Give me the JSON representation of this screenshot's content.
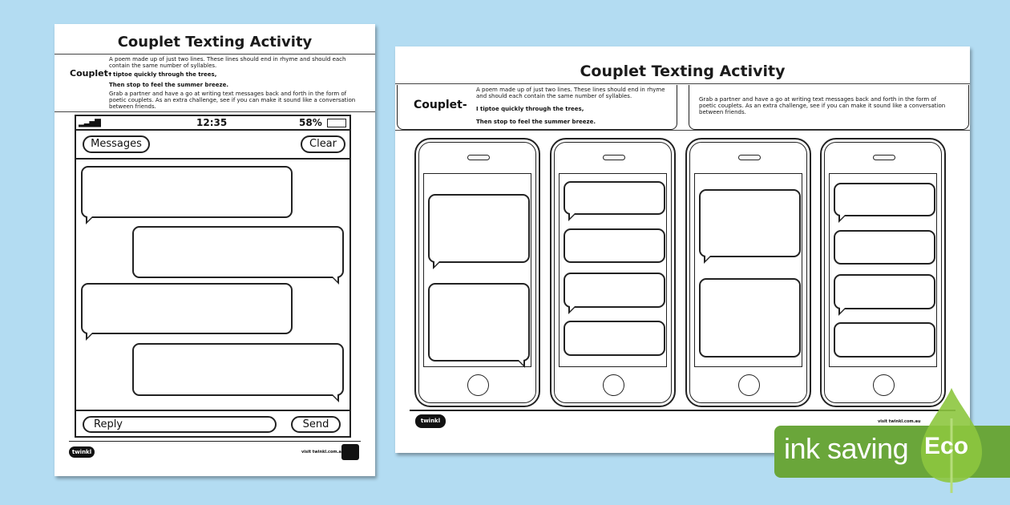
{
  "left_sheet": {
    "title": "Couplet Texting Activity",
    "term": "Couplet-",
    "definition": "A poem made up of just two lines. These lines should end in rhyme and should each contain the same number of syllables.",
    "example_line_1": "I tiptoe quickly through the trees,",
    "example_line_2": "Then stop to feel the summer breeze.",
    "instructions": "Grab a partner and have a go at writing text messages back and forth in the form of poetic couplets. As an extra challenge, see if you can make it sound like a conversation between friends.",
    "phone": {
      "time": "12:35",
      "battery": "58%",
      "back_button": "Messages",
      "clear_button": "Clear",
      "reply_placeholder": "Reply",
      "send_button": "Send"
    },
    "footer_logo": "twinkl",
    "footer_url": "visit twinkl.com.au"
  },
  "right_sheet": {
    "title": "Couplet Texting Activity",
    "term": "Couplet-",
    "definition": "A poem made up of just two lines. These lines should end in rhyme and should each contain the same number of syllables.",
    "example_line_1": "I tiptoe quickly through the trees,",
    "example_line_2": "Then stop to feel the summer breeze.",
    "instructions": "Grab a partner and have a go at writing text messages back and forth in the form of poetic couplets. As an extra challenge, see if you can make it sound like a conversation between friends.",
    "footer_logo": "twinkl",
    "footer_url": "visit twinkl.com.au"
  },
  "badge": {
    "label": "ink saving",
    "eco": "Eco",
    "colors": {
      "band": "#6aa63a",
      "leaf": "#8dc63f"
    }
  }
}
